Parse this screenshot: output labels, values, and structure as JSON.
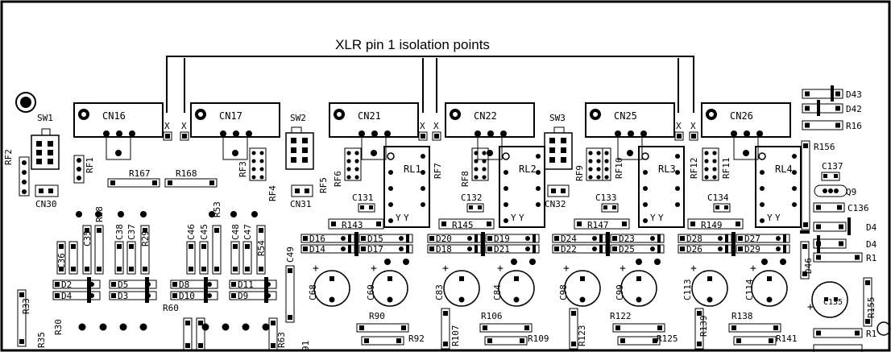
{
  "title": "XLR pin 1 isolation points",
  "labels": {
    "sw1": "SW1",
    "sw2": "SW2",
    "sw3": "SW3",
    "cn16": "CN16",
    "cn17": "CN17",
    "cn21": "CN21",
    "cn22": "CN22",
    "cn25": "CN25",
    "cn26": "CN26",
    "cn30": "CN30",
    "cn31": "CN31",
    "cn32": "CN32",
    "rl1": "RL1",
    "rl2": "RL2",
    "rl3": "RL3",
    "rl4": "RL4",
    "rf1": "RF1",
    "rf2": "RF2",
    "rf3": "RF3",
    "rf4": "RF4",
    "rf5": "RF5",
    "rf6": "RF6",
    "rf7": "RF7",
    "rf8": "RF8",
    "rf9": "RF9",
    "rf10": "RF10",
    "rf11": "RF11",
    "rf12": "RF12",
    "r167": "R167",
    "r168": "R168",
    "r143": "R143",
    "r145": "R145",
    "r147": "R147",
    "r149": "R149",
    "c131": "C131",
    "c132": "C132",
    "c133": "C133",
    "c134": "C134",
    "r156": "R156",
    "c137": "C137",
    "q9": "Q9",
    "c136": "C136",
    "d43": "D43",
    "d42": "D42",
    "r16": "R16",
    "d16": "D16",
    "d14": "D14",
    "d15": "D15",
    "d17": "D17",
    "d20": "D20",
    "d18": "D18",
    "d19": "D19",
    "d21": "D21",
    "d24": "D24",
    "d22": "D22",
    "d23": "D23",
    "d25": "D25",
    "d28": "D28",
    "d26": "D26",
    "d27": "D27",
    "d29": "D29",
    "d2": "D2",
    "d4": "D4",
    "d5": "D5",
    "d3": "D3",
    "d8": "D8",
    "d10": "D10",
    "d11": "D11",
    "d9": "D9",
    "c36": "C36",
    "c35": "C35",
    "c38": "C38",
    "c37": "C37",
    "r28": "R28",
    "r29": "R29",
    "c46": "C46",
    "c45": "C45",
    "c48": "C48",
    "c47": "C47",
    "r53": "R53",
    "r54": "R54",
    "c49": "C49",
    "r33": "R33",
    "r35": "R35",
    "r30": "R30",
    "r60": "R60",
    "r63": "R63",
    "c68": "C68",
    "c69": "C69",
    "c83": "C83",
    "c84": "C84",
    "c98": "C98",
    "c99": "C99",
    "c113": "C113",
    "c114": "C114",
    "r90": "R90",
    "r92": "R92",
    "r106": "R106",
    "r109": "R109",
    "r122": "R122",
    "r125": "R125",
    "r138": "R138",
    "r141": "R141",
    "r107": "R107",
    "r123": "R123",
    "r139": "R139",
    "r155": "R155",
    "d46": "D46",
    "d4x": "D4",
    "d4y": "D4",
    "r1a": "R1",
    "r1b": "R1",
    "c135": "C135",
    "x": "X",
    "y": "Y",
    "plus": "+"
  }
}
